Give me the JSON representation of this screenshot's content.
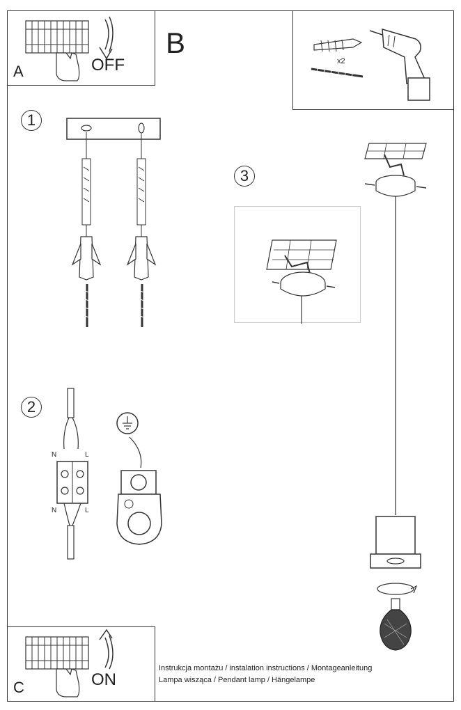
{
  "panels": {
    "a_label": "A",
    "a_action": "OFF",
    "b_label": "B",
    "c_label": "C",
    "c_action": "ON"
  },
  "tools": {
    "quantity": "x2"
  },
  "steps": [
    "1",
    "2",
    "3"
  ],
  "wiring": {
    "neutral": "N",
    "live": "L"
  },
  "footer": {
    "line1": "Instrukcja montażu / instalation instructions / Montageanleitung",
    "line2": "Lampa wisząca / Pendant lamp / Hängelampe"
  }
}
